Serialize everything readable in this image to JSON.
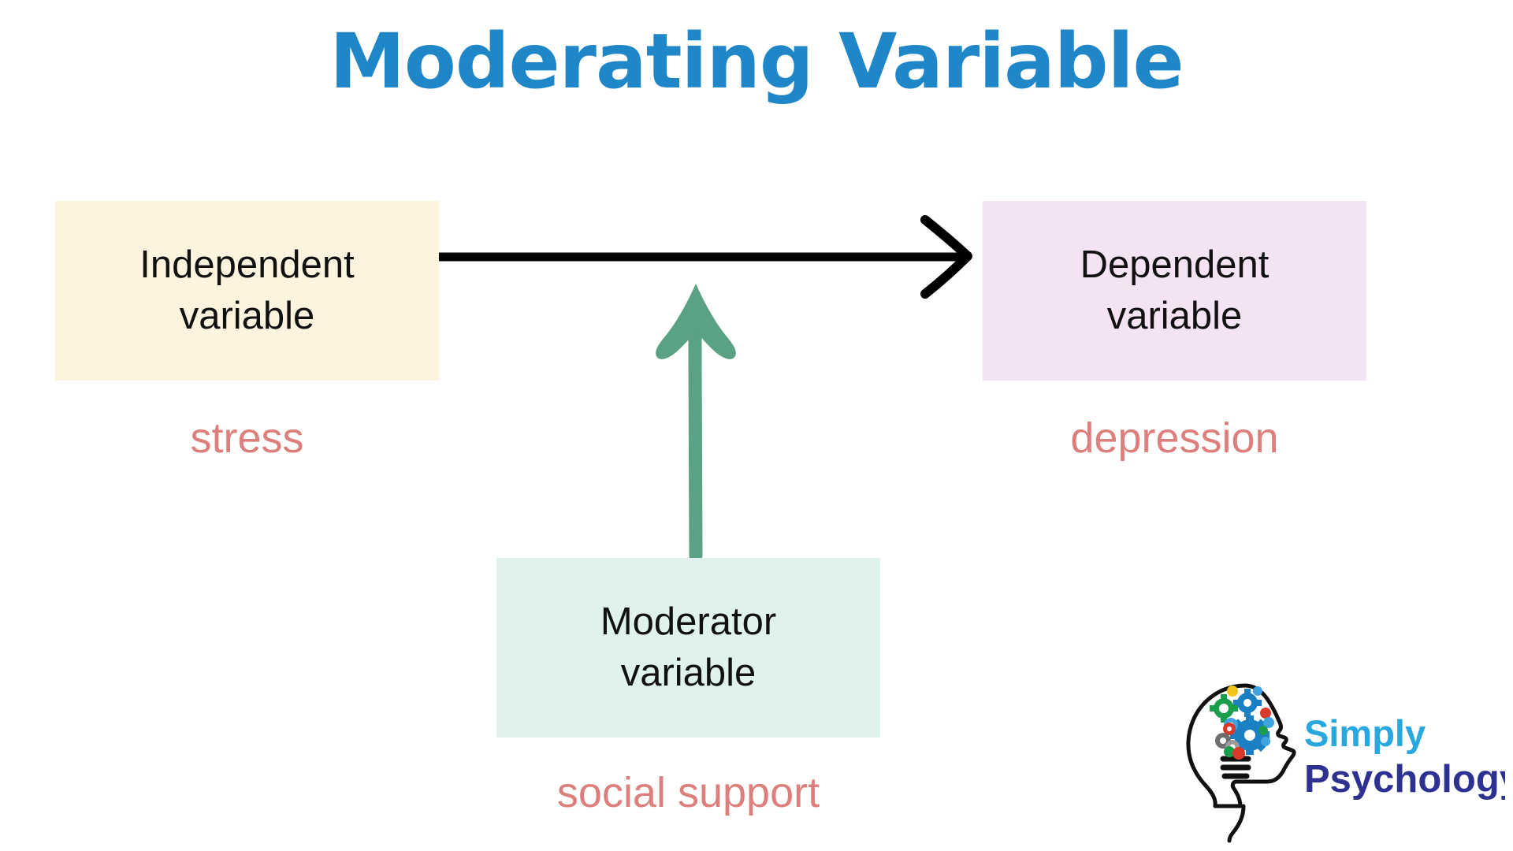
{
  "title": "Moderating Variable",
  "colors": {
    "title_blue": "#1f86c8",
    "iv_box_bg": "#fdf4e0",
    "dv_box_bg": "#f4e3f2",
    "mod_box_bg": "#dff2ee",
    "example_label": "#dd7f7d",
    "moderator_arrow": "#5ba183",
    "main_arrow": "#000000",
    "logo_simply": "#29a8e0",
    "logo_psychology": "#2e3191"
  },
  "boxes": {
    "independent": {
      "line1": "Independent",
      "line2": "variable",
      "example": "stress"
    },
    "dependent": {
      "line1": "Dependent",
      "line2": "variable",
      "example": "depression"
    },
    "moderator": {
      "line1": "Moderator",
      "line2": "variable",
      "example": "social support"
    }
  },
  "arrows": {
    "main": "arrow-right-icon",
    "moderator": "arrow-up-icon"
  },
  "logo": {
    "word1": "Simply",
    "word2": "Psychology",
    "mark": "head-with-gears-icon"
  }
}
